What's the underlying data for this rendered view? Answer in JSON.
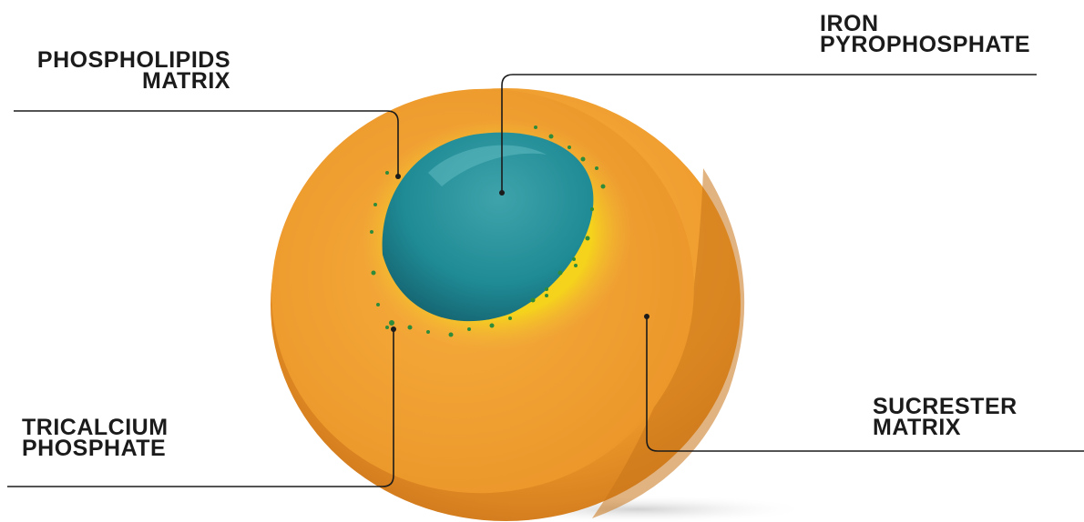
{
  "labels": {
    "phospholipids": {
      "line1": "PHOSPHOLIPIDS",
      "line2": "MATRIX"
    },
    "iron": {
      "line1": "IRON",
      "line2": "PYROPHOSPHATE"
    },
    "tricalcium": {
      "line1": "TRICALCIUM",
      "line2": "PHOSPHATE"
    },
    "sucrester": {
      "line1": "SUCRESTER",
      "line2": "MATRIX"
    }
  },
  "colors": {
    "shell_orange": "#f0a02e",
    "phospholipid_yellow": "#f5d21c",
    "core_teal": "#1f8b95",
    "particle_green": "#2e8b3a",
    "leader_line": "#1b1b1b"
  }
}
